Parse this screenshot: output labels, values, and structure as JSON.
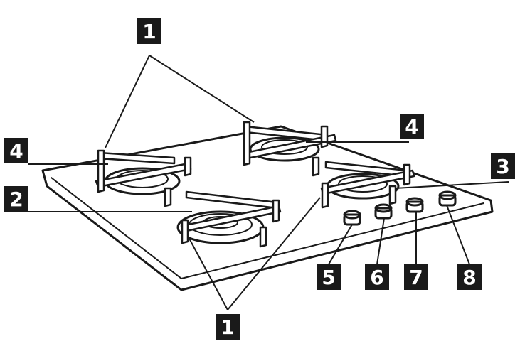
{
  "callouts": {
    "top_pan_supports": "1",
    "left_small_burner": "4",
    "right_small_burner": "4",
    "triple_crown_burner": "2",
    "rapid_burner": "3",
    "knob_5": "5",
    "knob_6": "6",
    "knob_7": "7",
    "knob_8": "8",
    "bottom_pan_supports": "1"
  },
  "colors": {
    "callout_fill": "#1a1a1a",
    "callout_text": "#ffffff",
    "line": "#1a1a1a"
  }
}
